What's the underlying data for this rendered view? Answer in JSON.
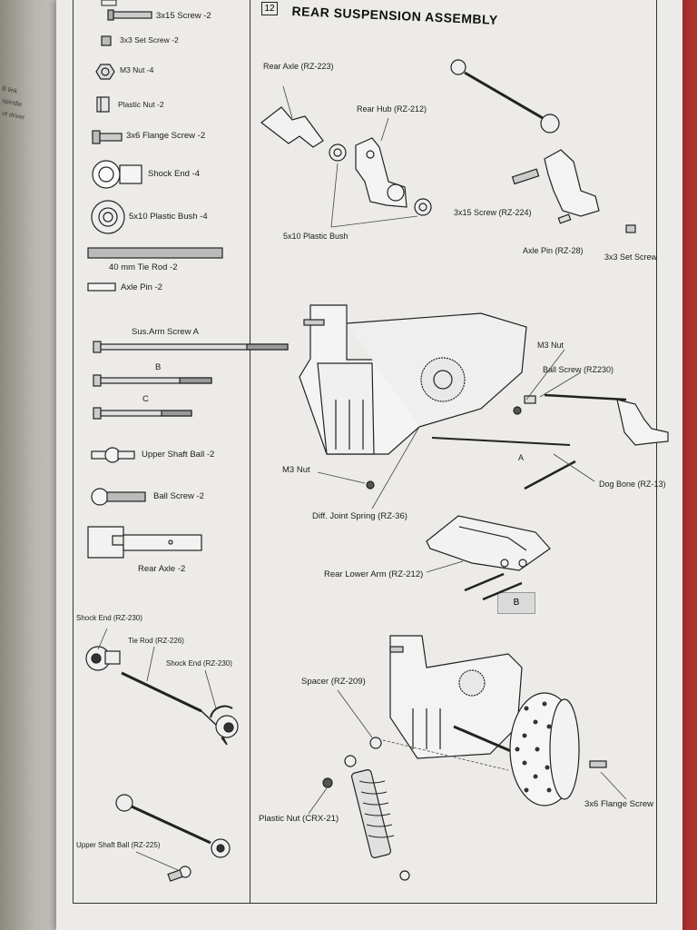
{
  "step_number": "12",
  "title": "REAR SUSPENSION ASSEMBLY",
  "parts_list": [
    {
      "id": "p1",
      "label": "3x15 Screw -2"
    },
    {
      "id": "p2",
      "label": "3x3 Set Screw -2"
    },
    {
      "id": "p3",
      "label": "M3 Nut -4"
    },
    {
      "id": "p4",
      "label": "Plastic Nut -2"
    },
    {
      "id": "p5",
      "label": "3x6 Flange Screw -2"
    },
    {
      "id": "p6",
      "label": "Shock End -4"
    },
    {
      "id": "p7",
      "label": "5x10 Plastic Bush -4"
    },
    {
      "id": "p8",
      "label": "40 mm Tie Rod -2"
    },
    {
      "id": "p9",
      "label": "Axle Pin -2"
    },
    {
      "id": "p10",
      "label": "Sus.Arm Screw   A"
    },
    {
      "id": "p11",
      "label": "B"
    },
    {
      "id": "p12",
      "label": "C"
    },
    {
      "id": "p13",
      "label": "Upper Shaft Ball -2"
    },
    {
      "id": "p14",
      "label": "Ball Screw -2"
    },
    {
      "id": "p15",
      "label": "Rear Axle -2"
    }
  ],
  "sub_diagram_left": {
    "shock_end_top": "Shock End (RZ-230)",
    "tie_rod": "Tie Rod (RZ-226)",
    "shock_end_right": "Shock End (RZ-230)",
    "upper_shaft_ball": "Upper Shaft Ball (RZ-225)"
  },
  "diagram_top": {
    "rear_axle": "Rear Axle (RZ-223)",
    "rear_hub": "Rear Hub (RZ-212)",
    "bush": "5x10 Plastic Bush",
    "screw": "3x15 Screw (RZ-224)",
    "axle_pin": "Axle Pin (RZ-28)",
    "set_screw": "3x3 Set Screw"
  },
  "diagram_mid": {
    "m3_nut_right": "M3 Nut",
    "ball_screw": "Ball Screw (RZ230)",
    "a_label": "A",
    "dog_bone": "Dog Bone (RZ-13)",
    "m3_nut_left": "M3 Nut",
    "diff_spring": "Diff. Joint Spring (RZ-36)",
    "rear_lower_arm": "Rear Lower Arm (RZ-212)",
    "b_box": "B"
  },
  "diagram_bottom": {
    "spacer": "Spacer (RZ-209)",
    "plastic_nut": "Plastic Nut (CRX-21)",
    "flange_screw": "3x6 Flange Screw"
  },
  "back_page_fragments": [
    "B link",
    "spindle",
    "ut driver"
  ]
}
